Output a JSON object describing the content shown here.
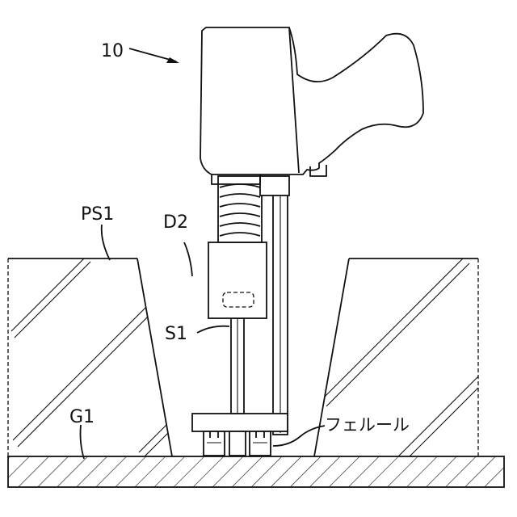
{
  "labels": {
    "device": "10",
    "plate": "PS1",
    "hole": "D2",
    "shaft": "S1",
    "ground": "G1",
    "ferrule": "フェルール"
  },
  "colors": {
    "line": "#111111",
    "background": "#ffffff"
  }
}
